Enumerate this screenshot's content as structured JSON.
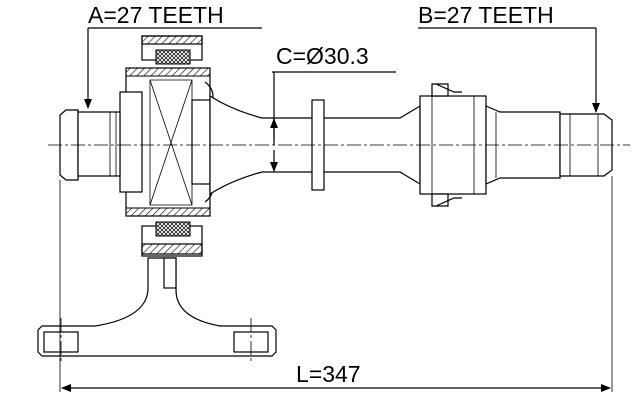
{
  "diagram": {
    "label_a": "A=27 TEETH",
    "label_b": "B=27 TEETH",
    "label_c": "C=Ø30.3",
    "label_l": "L=347"
  }
}
